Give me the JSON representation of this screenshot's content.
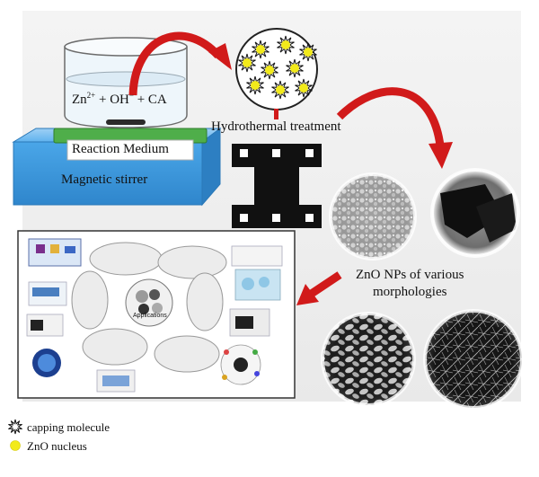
{
  "reaction": {
    "formula_zn": "Zn",
    "formula_zn_charge": "2+",
    "formula_plus1": " + OH",
    "formula_oh_charge": "−",
    "formula_rest": " + CA",
    "medium_label": "Reaction Medium",
    "stirrer_label": "Magnetic stirrer"
  },
  "process": {
    "hydrothermal_label": "Hydrothermal treatment"
  },
  "products": {
    "line1": "ZnO NPs of various",
    "line2": "morphologies"
  },
  "applications": {
    "center_label": "Applications"
  },
  "legend": {
    "capping_label": "capping molecule",
    "nucleus_label": "ZnO nucleus"
  },
  "colors": {
    "arrow": "#d11a1a",
    "nucleus": "#f2ea1b",
    "base_blue": "#4aa6e8",
    "medium_green": "#4fae4a",
    "autoclave": "#111111"
  }
}
